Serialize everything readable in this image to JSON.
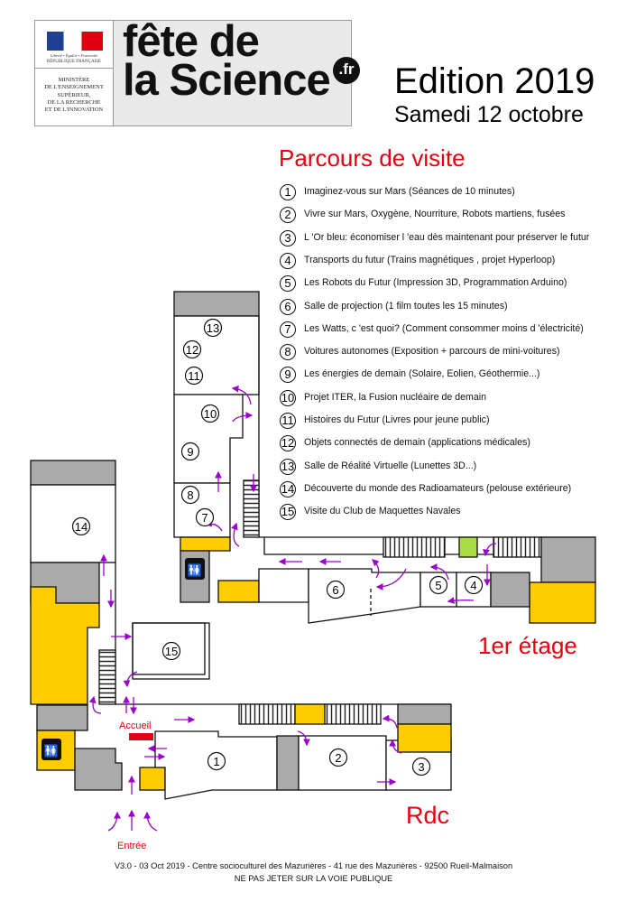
{
  "header": {
    "gov_motto": "Liberté • Égalité • Fraternité",
    "gov_name": "RÉPUBLIQUE FRANÇAISE",
    "ministry": [
      "MINISTÈRE",
      "DE L'ENSEIGNEMENT",
      "SUPÉRIEUR,",
      "DE LA RECHERCHE",
      "ET DE L'INNOVATION"
    ],
    "brand_line1": "fête de",
    "brand_line2": "la Science",
    "brand_tld": ".fr",
    "edition": "Edition 2019",
    "date": "Samedi 12 octobre"
  },
  "legend": {
    "title": "Parcours de visite",
    "items": [
      {
        "num": "1",
        "label": "Imaginez-vous sur Mars (Séances de 10 minutes)"
      },
      {
        "num": "2",
        "label": "Vivre sur Mars, Oxygène, Nourriture, Robots martiens, fusées"
      },
      {
        "num": "3",
        "label": "L 'Or bleu: économiser l 'eau dès maintenant pour préserver le futur"
      },
      {
        "num": "4",
        "label": "Transports du futur (Trains magnétiques , projet Hyperloop)"
      },
      {
        "num": "5",
        "label": "Les Robots du Futur (Impression 3D, Programmation Arduino)"
      },
      {
        "num": "6",
        "label": "Salle de projection (1 film toutes les 15 minutes)"
      },
      {
        "num": "7",
        "label": "Les Watts, c 'est quoi?  (Comment consommer moins d 'électricité)"
      },
      {
        "num": "8",
        "label": "Voitures autonomes (Exposition + parcours de mini-voitures)"
      },
      {
        "num": "9",
        "label": "Les énergies de demain (Solaire, Eolien, Géothermie...)"
      },
      {
        "num": "10",
        "label": "Projet ITER, la Fusion nucléaire de demain"
      },
      {
        "num": "11",
        "label": "Histoires du Futur (Livres pour jeune public)"
      },
      {
        "num": "12",
        "label": "Objets connectés de demain (applications médicales)"
      },
      {
        "num": "13",
        "label": "Salle de Réalité Virtuelle (Lunettes 3D...)"
      },
      {
        "num": "14",
        "label": "Découverte du monde des Radioamateurs (pelouse extérieure)"
      },
      {
        "num": "15",
        "label": "Visite du Club de Maquettes Navales"
      }
    ]
  },
  "plan": {
    "floor_upper": "1er étage",
    "floor_ground": "Rdc",
    "reception": "Accueil",
    "entrance": "Entrée",
    "colors": {
      "wall": "#111111",
      "service": "#aaaaaa",
      "yellow": "#ffcc00",
      "green": "#aadd44",
      "arrow": "#9900cc",
      "red": "#e3000f"
    }
  },
  "footer": {
    "line1": "V3.0 - 03 Oct 2019 - Centre socioculturel des Mazurières - 41 rue des Mazurières - 92500 Rueil-Malmaison",
    "line2": "NE PAS JETER SUR LA VOIE PUBLIQUE"
  }
}
